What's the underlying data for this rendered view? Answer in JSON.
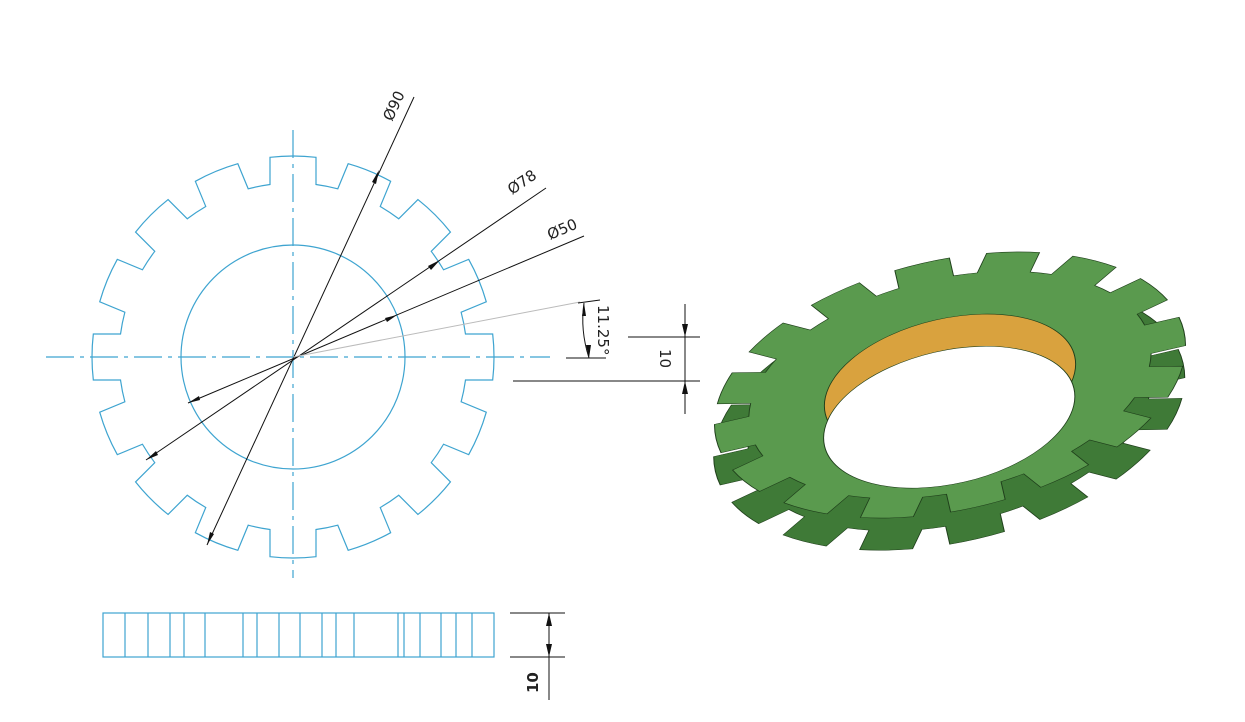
{
  "drawing": {
    "dimensions": {
      "outer_diameter": "Ø90",
      "root_diameter": "Ø78",
      "bore_diameter": "Ø50",
      "tooth_angle": "11.25°",
      "thickness_iso": "10",
      "thickness_side": "10"
    },
    "tooth_count": 16,
    "colors": {
      "line": "#3ea4d0",
      "body": "#5a9a4e",
      "body_dark": "#3f7a37",
      "bore": "#d9a23e"
    }
  }
}
